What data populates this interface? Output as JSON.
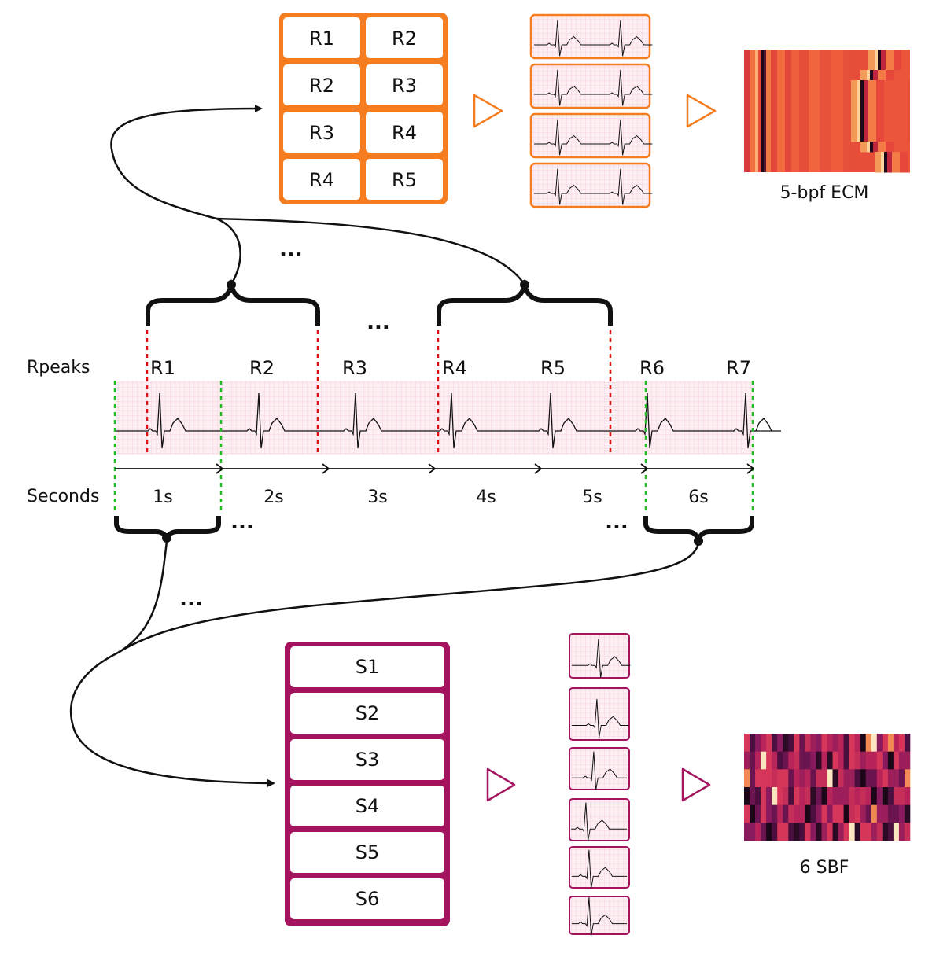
{
  "labels": {
    "rpeaks": "Rpeaks",
    "seconds": "Seconds",
    "ecm_caption": "5-bpf ECM",
    "sbf_caption": "6 SBF",
    "ellipsis": "..."
  },
  "rpeak_labels": [
    "R1",
    "R2",
    "R3",
    "R4",
    "R5",
    "R6",
    "R7"
  ],
  "second_labels": [
    "1s",
    "2s",
    "3s",
    "4s",
    "5s",
    "6s"
  ],
  "r_grid": [
    [
      "R1",
      "R2"
    ],
    [
      "R2",
      "R3"
    ],
    [
      "R3",
      "R4"
    ],
    [
      "R4",
      "R5"
    ]
  ],
  "s_list": [
    "S1",
    "S2",
    "S3",
    "S4",
    "S5",
    "S6"
  ],
  "colors": {
    "orange": "#f57c1f",
    "magenta": "#a3135e",
    "red_dash": "#e01010",
    "green_dash": "#22bb22",
    "ecg_grid": "#f6b8c8",
    "ecg_bg": "#fdeef2"
  }
}
